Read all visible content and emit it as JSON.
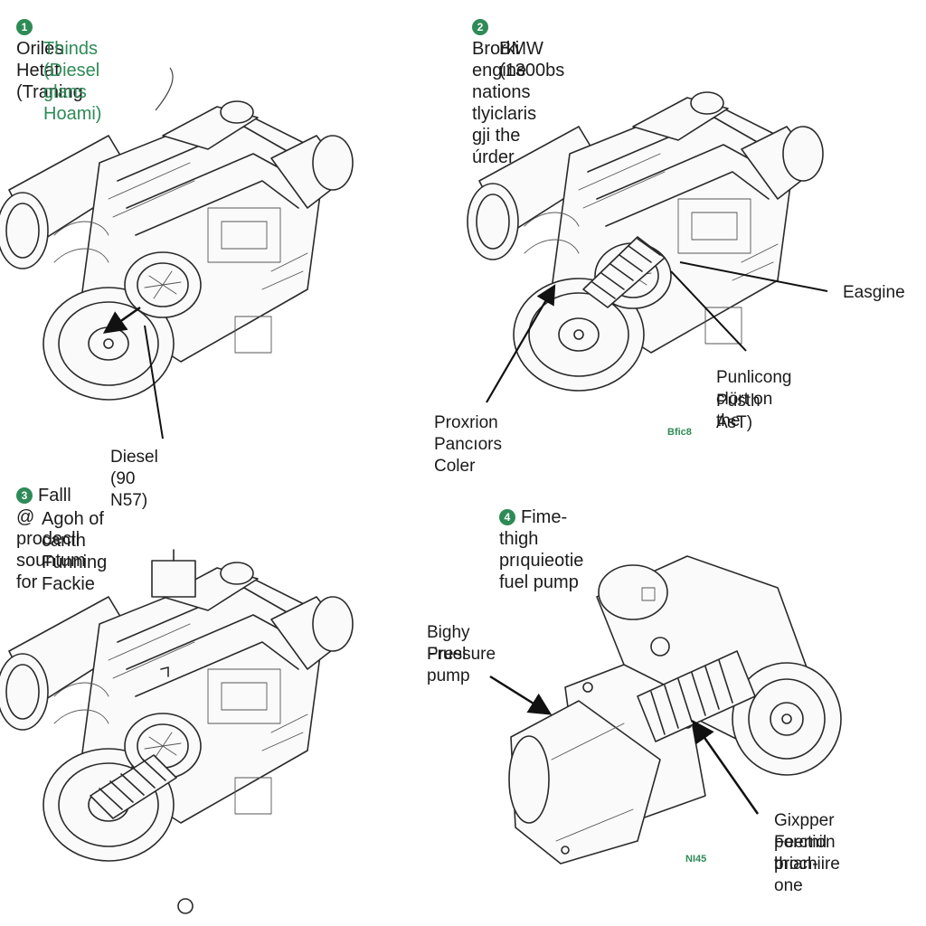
{
  "accent_color": "#2e8b57",
  "panels": [
    {
      "number": "1",
      "title_line1": "Oriles Hetat (Traning",
      "title_line2": "Thinds (Diesel glans Hoami)",
      "labels": [
        "Diesel (90 N57)"
      ]
    },
    {
      "number": "2",
      "title_line1": "Brorki engine nations tlyiclaris gji the úrder",
      "title_line2": "BMW (1300bs",
      "labels": [
        "Easgine",
        "Punlicong clört on the",
        "Pusth AsT)",
        "Proxrion Pancıors Coler"
      ],
      "tag": "Bfic8"
    },
    {
      "number": "3",
      "title_line1": "Falll @ prodecli sountum for",
      "title_line2": "Agoh of canth Funning Fackie",
      "labels": []
    },
    {
      "number": "4",
      "title_line1": "Fime-thigh prıquieotie fuel pump",
      "labels": [
        "Bighy Pressure",
        "Fruel pump",
        "Gixpper Feernil th",
        "porction brian-",
        "prochiire one"
      ],
      "tag": "NI45"
    }
  ],
  "icons": [
    "engine-drawing",
    "arrow-pointer",
    "turbo-coil",
    "fuel-pump-drawing"
  ]
}
